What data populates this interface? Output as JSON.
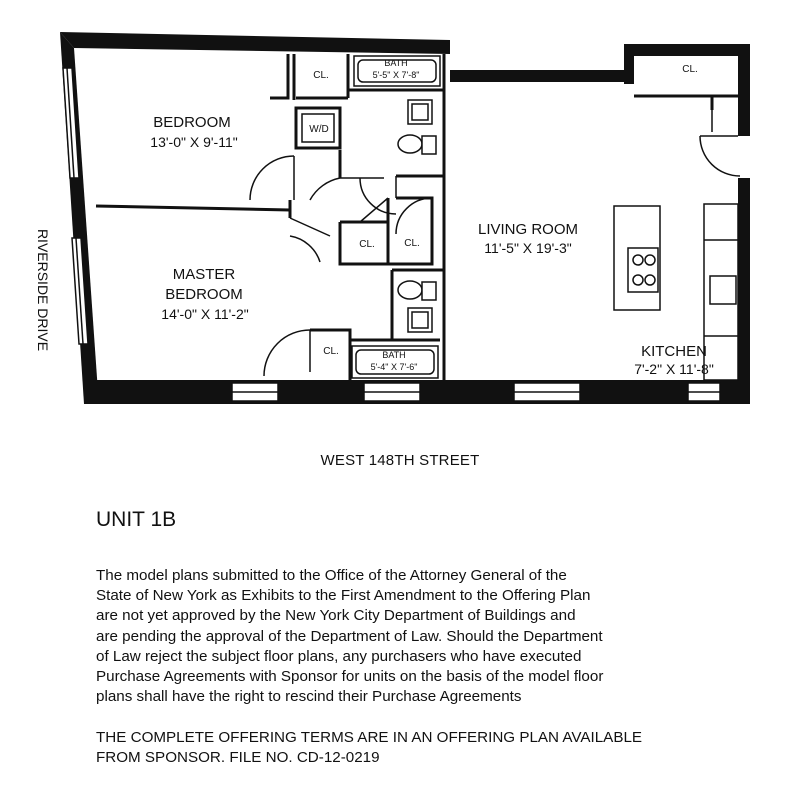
{
  "plan": {
    "rooms": {
      "bedroom": {
        "name": "BEDROOM",
        "dims": "13'-0\" X 9'-11\""
      },
      "master_bedroom": {
        "name_line1": "MASTER",
        "name_line2": "BEDROOM",
        "dims": "14'-0\" X 11'-2\""
      },
      "living_room": {
        "name": "LIVING ROOM",
        "dims": "11'-5\" X 19'-3\""
      },
      "kitchen": {
        "name": "KITCHEN",
        "dims": "7'-2\" X 11'-8\""
      },
      "bath_top": {
        "name": "BATH",
        "dims": "5'-5\" X 7'-8\""
      },
      "bath_bottom": {
        "name": "BATH",
        "dims": "5'-4\" X 7'-6\""
      }
    },
    "closet_label": "CL.",
    "washer_dryer_label": "W/D",
    "side_street": "RIVERSIDE DRIVE",
    "front_street": "WEST 148TH STREET"
  },
  "unit_title": "UNIT 1B",
  "disclaimer_lines": [
    "The model plans submitted to the Office of the Attorney General of the",
    "State of New York as Exhibits to the First Amendment to the Offering Plan",
    "are not yet approved by the New York City Department of Buildings and",
    "are pending the approval of the Department of Law. Should the Department",
    "of Law reject the subject floor plans, any purchasers who have executed",
    "Purchase Agreements with Sponsor for units on the basis of the model floor",
    "plans shall have the right to rescind their Purchase Agreements"
  ],
  "offering_lines": [
    "THE COMPLETE OFFERING TERMS ARE IN AN OFFERING PLAN AVAILABLE",
    "FROM SPONSOR.  FILE NO. CD-12-0219"
  ]
}
